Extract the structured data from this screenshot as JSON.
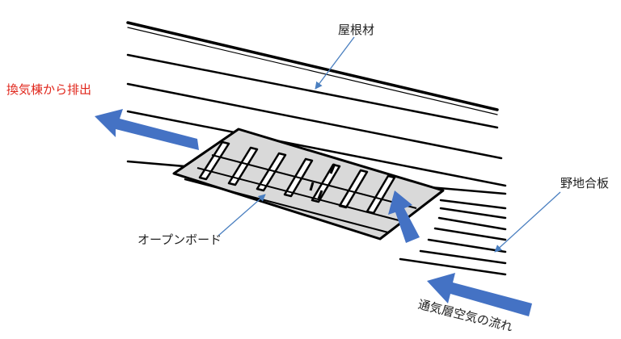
{
  "labels": {
    "roof_material": "屋根材",
    "exhaust": "換気棟から排出",
    "sheathing": "野地合板",
    "open_board": "オープンボード",
    "airflow": "通気層空気の流れ"
  },
  "colors": {
    "arrow_blue": "#4472c4",
    "exhaust_red": "#e0261b",
    "pointer_blue": "#4a7fc0",
    "board_fill": "#d9d9d9"
  }
}
